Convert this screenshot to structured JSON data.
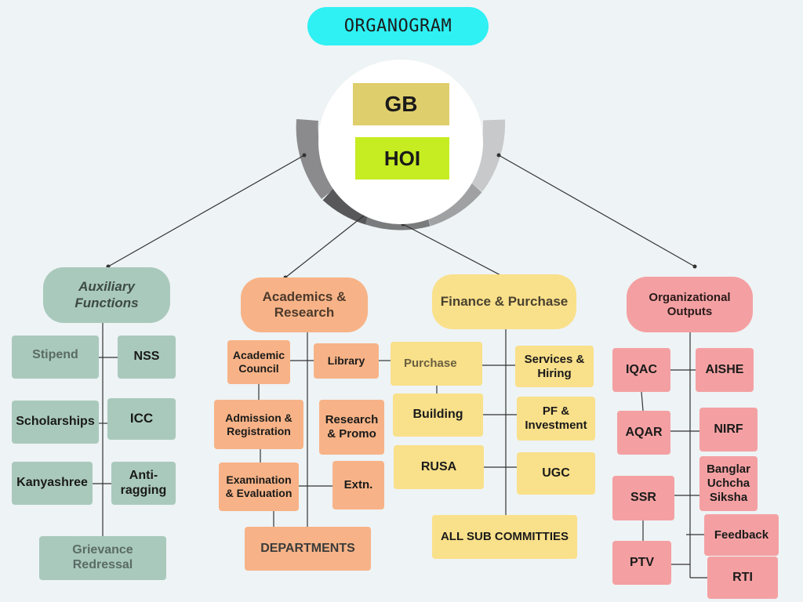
{
  "title": "ORGANOGRAM",
  "top": {
    "gb": "GB",
    "hoi": "HOI"
  },
  "branches": {
    "auxiliary": {
      "heading": "Auxiliary Functions",
      "items": [
        "Stipend",
        "NSS",
        "Scholarships",
        "ICC",
        "Kanyashree",
        "Anti-ragging",
        "Grievance Redressal"
      ]
    },
    "academics": {
      "heading": "Academics & Research",
      "items": [
        "Academic Council",
        "Library",
        "Admission & Registration",
        "Research & Promo",
        "Examination & Evaluation",
        "Extn.",
        "DEPARTMENTS"
      ]
    },
    "finance": {
      "heading": "Finance & Purchase",
      "items": [
        "Purchase",
        "Services & Hiring",
        "Building",
        "PF & Investment",
        "RUSA",
        "UGC",
        "ALL SUB COMMITTIES"
      ]
    },
    "outputs": {
      "heading": "Organizational Outputs",
      "items": [
        "IQAC",
        "AISHE",
        "AQAR",
        "NIRF",
        "SSR",
        "Banglar Uchcha Siksha",
        "Feedback",
        "PTV",
        "RTI"
      ]
    }
  },
  "colors": {
    "title_pill": "#2ff0f3",
    "gb": "#dfce6c",
    "hoi": "#c6ec22",
    "auxiliary": "#a9c9bc",
    "academics": "#f7b387",
    "finance": "#f9e08a",
    "outputs": "#f4a0a2"
  }
}
